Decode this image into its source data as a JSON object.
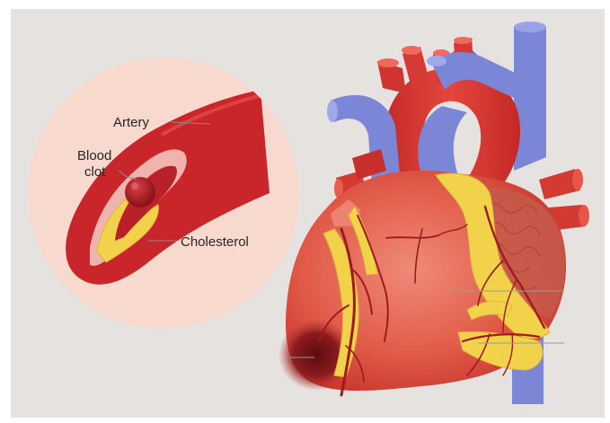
{
  "labels": {
    "artery": "Artery",
    "blood_clot_line1": "Blood",
    "blood_clot_line2": "clot",
    "cholesterol": "Cholesterol"
  },
  "colors": {
    "background": "#e6e2df",
    "inset_fill": "#f8d9cd",
    "artery_red": "#c8262b",
    "heart_red": "#e0483d",
    "vein_blue": "#7c86d6",
    "plaque_yellow": "#f1d24a",
    "clot_red": "#a5161c"
  }
}
